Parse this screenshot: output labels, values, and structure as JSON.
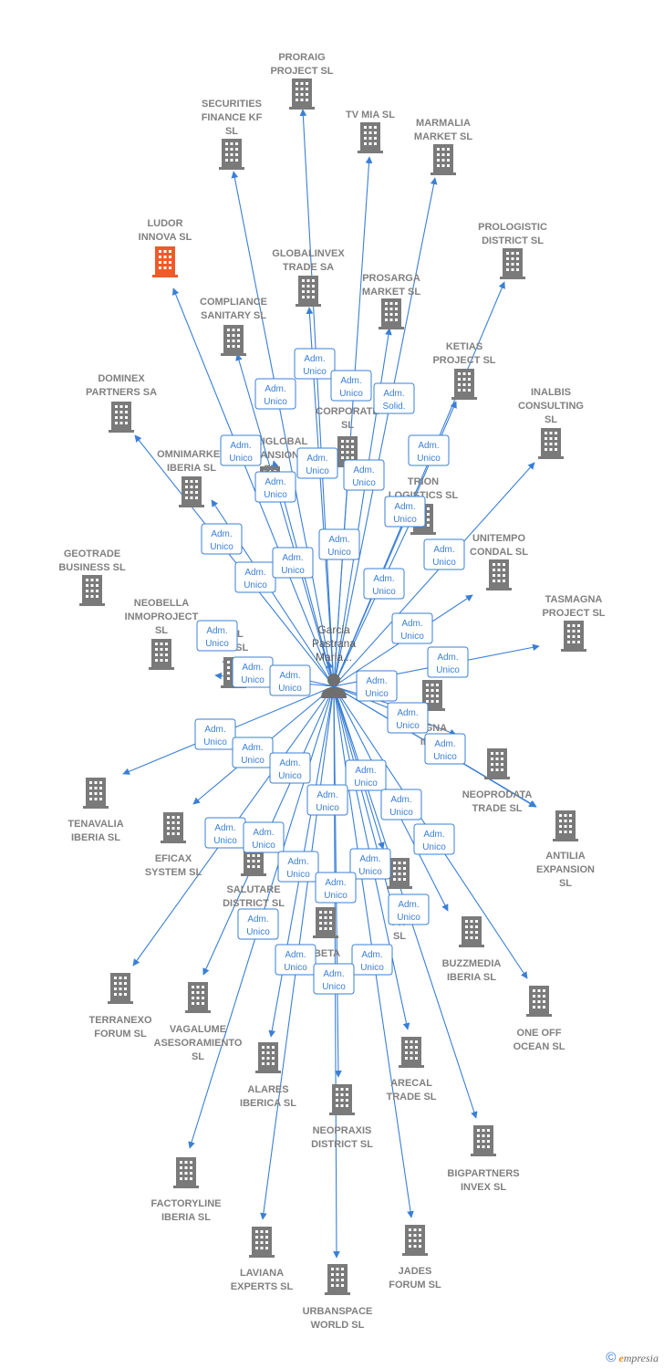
{
  "colors": {
    "edge": "#3a7fd5",
    "building": "#7a7a7a",
    "highlight": "#f05a28",
    "person": "#6f6f6f",
    "label": "#808080"
  },
  "center": {
    "name_lines": [
      "Garcia",
      "Pastrana",
      "Maria..."
    ],
    "icon": "person-icon"
  },
  "companies": [
    {
      "id": "proraig",
      "lines": [
        "PRORAIG",
        "PROJECT  SL"
      ],
      "icon": "building-icon"
    },
    {
      "id": "securities",
      "lines": [
        "SECURITIES",
        "FINANCE KF",
        "SL"
      ],
      "icon": "building-icon"
    },
    {
      "id": "tvmia",
      "lines": [
        "TV MIA  SL"
      ],
      "icon": "building-icon"
    },
    {
      "id": "marmalia",
      "lines": [
        "MARMALIA",
        "MARKET  SL"
      ],
      "icon": "building-icon"
    },
    {
      "id": "ludor",
      "lines": [
        "LUDOR",
        "INNOVA  SL"
      ],
      "icon": "building-icon",
      "highlight": true
    },
    {
      "id": "prologistic",
      "lines": [
        "PROLOGISTIC",
        "DISTRICT  SL"
      ],
      "icon": "building-icon"
    },
    {
      "id": "globalinvex",
      "lines": [
        "GLOBALINVEX",
        "TRADE SA"
      ],
      "icon": "building-icon"
    },
    {
      "id": "prosarga",
      "lines": [
        "PROSARGA",
        "MARKET  SL"
      ],
      "icon": "building-icon"
    },
    {
      "id": "compliance",
      "lines": [
        "COMPLIANCE",
        "SANITARY  SL"
      ],
      "icon": "building-icon"
    },
    {
      "id": "ketias",
      "lines": [
        "KETIAS",
        "PROJECT  SL"
      ],
      "icon": "building-icon"
    },
    {
      "id": "dominex",
      "lines": [
        "DOMINEX",
        "PARTNERS SA"
      ],
      "icon": "building-icon"
    },
    {
      "id": "inalbis",
      "lines": [
        "INALBIS",
        "CONSULTING",
        "SL"
      ],
      "icon": "building-icon"
    },
    {
      "id": "bocorporate",
      "lines": [
        "BO",
        "CORPORATE",
        "SL"
      ],
      "icon": "building-icon"
    },
    {
      "id": "distriglobal",
      "lines": [
        "DISTRIGLOBAL",
        "EXPANSION",
        "SL"
      ],
      "icon": "building-icon"
    },
    {
      "id": "omnimarket",
      "lines": [
        "OMNIMARKET",
        "IBERIA  SL"
      ],
      "icon": "building-icon"
    },
    {
      "id": "trion",
      "lines": [
        "TRION",
        "LOGISTICS  SL"
      ],
      "icon": "building-icon"
    },
    {
      "id": "unitempo",
      "lines": [
        "UNITEMPO",
        "CONDAL  SL"
      ],
      "icon": "building-icon"
    },
    {
      "id": "geotrade",
      "lines": [
        "GEOTRADE",
        "BUSINESS  SL"
      ],
      "icon": "building-icon"
    },
    {
      "id": "neobella",
      "lines": [
        "NEOBELLA",
        "INMOPROJECT",
        "SL"
      ],
      "icon": "building-icon"
    },
    {
      "id": "tasmagna",
      "lines": [
        "TASMAGNA",
        "PROJECT  SL"
      ],
      "icon": "building-icon"
    },
    {
      "id": "zal",
      "lines": [
        "ZAL",
        "RS  SL"
      ],
      "icon": "building-icon"
    },
    {
      "id": "agna",
      "lines": [
        "AGNA",
        "IBER"
      ],
      "icon": "building-icon"
    },
    {
      "id": "neoprodata",
      "lines": [
        "NEOPRODATA",
        "TRADE  SL"
      ],
      "icon": "building-icon"
    },
    {
      "id": "tenavalia",
      "lines": [
        "TENAVALIA",
        "IBERIA  SL"
      ],
      "icon": "building-icon"
    },
    {
      "id": "eficax",
      "lines": [
        "EFICAX",
        "SYSTEM  SL"
      ],
      "icon": "building-icon"
    },
    {
      "id": "antilia",
      "lines": [
        "ANTILIA",
        "EXPANSION",
        "SL"
      ],
      "icon": "building-icon"
    },
    {
      "id": "salutare",
      "lines": [
        "SALUTARE",
        "DISTRICT  SL"
      ],
      "icon": "building-icon"
    },
    {
      "id": "fit",
      "lines": [
        "G",
        "FIT",
        "SL"
      ],
      "icon": "building-icon"
    },
    {
      "id": "ibeta",
      "lines": [
        "IBETA",
        "BAL SL"
      ],
      "icon": "building-icon"
    },
    {
      "id": "buzzmedia",
      "lines": [
        "BUZZMEDIA",
        "IBERIA  SL"
      ],
      "icon": "building-icon"
    },
    {
      "id": "terranexo",
      "lines": [
        "TERRANEXO",
        "FORUM  SL"
      ],
      "icon": "building-icon"
    },
    {
      "id": "vagalume",
      "lines": [
        "VAGALUME",
        "ASESORAMIENTO",
        "SL"
      ],
      "icon": "building-icon"
    },
    {
      "id": "oneoff",
      "lines": [
        "ONE OFF",
        "OCEAN  SL"
      ],
      "icon": "building-icon"
    },
    {
      "id": "alares",
      "lines": [
        "ALARES",
        "IBERICA  SL"
      ],
      "icon": "building-icon"
    },
    {
      "id": "arecal",
      "lines": [
        "ARECAL",
        "TRADE  SL"
      ],
      "icon": "building-icon"
    },
    {
      "id": "neopraxis",
      "lines": [
        "NEOPRAXIS",
        "DISTRICT  SL"
      ],
      "icon": "building-icon"
    },
    {
      "id": "bigpartners",
      "lines": [
        "BIGPARTNERS",
        "INVEX  SL"
      ],
      "icon": "building-icon"
    },
    {
      "id": "factoryline",
      "lines": [
        "FACTORYLINE",
        "IBERIA  SL"
      ],
      "icon": "building-icon"
    },
    {
      "id": "laviana",
      "lines": [
        "LAVIANA",
        "EXPERTS  SL"
      ],
      "icon": "building-icon"
    },
    {
      "id": "jades",
      "lines": [
        "JADES",
        "FORUM  SL"
      ],
      "icon": "building-icon"
    },
    {
      "id": "urbanspace",
      "lines": [
        "URBANSPACE",
        "WORLD  SL"
      ],
      "icon": "building-icon"
    }
  ],
  "badges": [
    {
      "lines": [
        "Adm.",
        "Unico"
      ]
    },
    {
      "lines": [
        "Adm.",
        "Unico"
      ]
    },
    {
      "lines": [
        "Adm.",
        "Unico"
      ]
    },
    {
      "lines": [
        "Adm.",
        "Solid."
      ]
    },
    {
      "lines": [
        "Adm.",
        "Unico"
      ]
    },
    {
      "lines": [
        "Adm.",
        "Unico"
      ]
    },
    {
      "lines": [
        "Adm.",
        "Unico"
      ]
    },
    {
      "lines": [
        "Adm.",
        "Unico"
      ]
    },
    {
      "lines": [
        "Adm.",
        "Unico"
      ]
    },
    {
      "lines": [
        "Adm.",
        "Unico"
      ]
    },
    {
      "lines": [
        "Adm.",
        "Unico"
      ]
    },
    {
      "lines": [
        "Adm.",
        "Unico"
      ]
    },
    {
      "lines": [
        "Adm.",
        "Unico"
      ]
    },
    {
      "lines": [
        "Adm.",
        "Unico"
      ]
    },
    {
      "lines": [
        "Adm.",
        "Unico"
      ]
    },
    {
      "lines": [
        "Adm.",
        "Unico"
      ]
    },
    {
      "lines": [
        "Adm.",
        "Unico"
      ]
    },
    {
      "lines": [
        "Adm.",
        "Unico"
      ]
    },
    {
      "lines": [
        "Adm.",
        "Unico"
      ]
    },
    {
      "lines": [
        "Adm.",
        "Unico"
      ]
    },
    {
      "lines": [
        "Adm.",
        "Unico"
      ]
    },
    {
      "lines": [
        "Adm.",
        "Unico"
      ]
    },
    {
      "lines": [
        "Adm.",
        "Unico"
      ]
    },
    {
      "lines": [
        "Adm.",
        "Unico"
      ]
    },
    {
      "lines": [
        "Adm.",
        "Unico"
      ]
    },
    {
      "lines": [
        "Adm.",
        "Unico"
      ]
    },
    {
      "lines": [
        "Adm.",
        "Unico"
      ]
    },
    {
      "lines": [
        "Adm.",
        "Unico"
      ]
    },
    {
      "lines": [
        "Adm.",
        "Unico"
      ]
    },
    {
      "lines": [
        "Adm.",
        "Unico"
      ]
    },
    {
      "lines": [
        "Adm.",
        "Unico"
      ]
    },
    {
      "lines": [
        "Adm.",
        "Unico"
      ]
    },
    {
      "lines": [
        "Adm.",
        "Unico"
      ]
    },
    {
      "lines": [
        "Adm.",
        "Unico"
      ]
    },
    {
      "lines": [
        "Adm.",
        "Unico"
      ]
    },
    {
      "lines": [
        "Adm.",
        "Unico"
      ]
    },
    {
      "lines": [
        "Adm.",
        "Unico"
      ]
    },
    {
      "lines": [
        "Adm.",
        "Unico"
      ]
    },
    {
      "lines": [
        "Adm.",
        "Unico"
      ]
    },
    {
      "lines": [
        "Adm.",
        "Unico"
      ]
    },
    {
      "lines": [
        "Adm.",
        "Unico"
      ]
    }
  ],
  "footer": {
    "copyright": "©",
    "brand_initial": "e",
    "brand_rest": "mpresia"
  }
}
